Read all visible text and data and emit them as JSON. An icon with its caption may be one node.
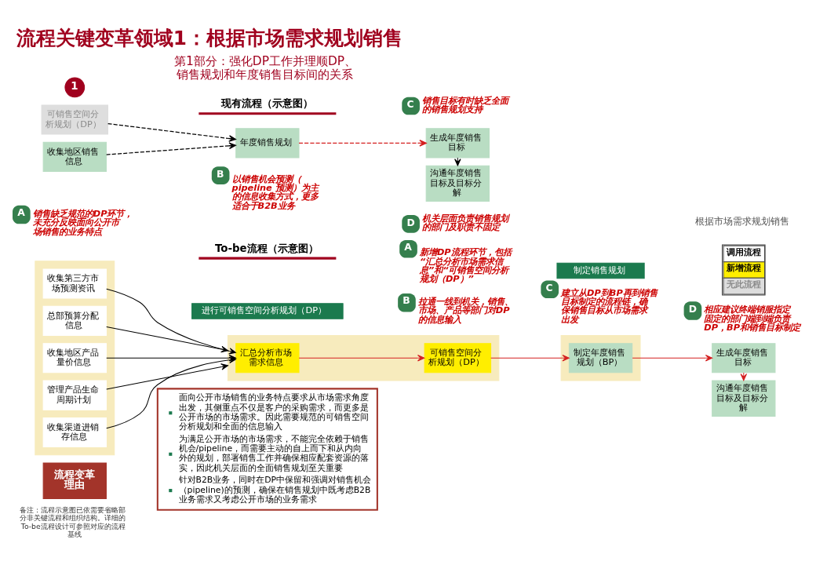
{
  "diagram": {
    "title": "流程关键变革领域1：根据市场需求规划销售",
    "nodes": [
      {
        "text": [
          "1"
        ]
      },
      {
        "text": [
          "C"
        ],
        "beside": [
          "销售目标有时缺乏全面的销售规划支持"
        ]
      },
      {
        "text": [
          "可销售空间分析规划（DP）"
        ]
      },
      {
        "text": [
          "年度销售规划"
        ]
      },
      {
        "text": [
          "生成年度销售目标"
        ]
      },
      {
        "text": [
          "A"
        ],
        "beside": [
          "销售缺乏规范的DP环节，未充分反映面向公开市场销售的业务特点"
        ]
      },
      {
        "text": [
          "D"
        ],
        "beside": [
          "机关层面负责销售规划的部门及职责不固定"
        ]
      },
      {
        "text": [
          "沟通年度销售目标及目标分解"
        ]
      },
      {
        "text": [
          "收集地区销售信息"
        ]
      },
      {
        "text": [
          "B"
        ],
        "beside": [
          "以销售机会预测（pipeline 预测）为主的信息收集方式，更多适合于B2B业务"
        ]
      },
      {
        "text": [
          "进行可销售空间分析规划（DP）"
        ]
      },
      {
        "text": [
          "制定销售规划"
        ]
      },
      {
        "text": [
          "A"
        ],
        "beside": [
          "新增DP流程环节，包括“汇总分析市场需求信息”和“可销售空间分析规划（DP）”"
        ]
      },
      {
        "text": [
          "C"
        ],
        "beside": [
          "建立从DP到BP再到销售目标制定的流程链，确保销售目标从市场需求出发"
        ]
      },
      {
        "text": [],
        "shape": "box"
      },
      {
        "text": [
          "汇总分析市场需求信息"
        ],
        "in": 14
      },
      {
        "text": [
          "可销售空间分析规划（DP）"
        ],
        "in": 14
      },
      {
        "text": [],
        "shape": "box"
      },
      {
        "text": [
          "制定年度销售规划（BP）"
        ],
        "in": 17
      },
      {
        "text": [
          "生成年度销售目标"
        ]
      },
      {
        "text": [
          "D"
        ],
        "beside": [
          "相应建议终端销服指定固定的部门端到端负责DP，BP和销售目标制定"
        ]
      },
      {
        "text": [],
        "shape": "box"
      },
      {
        "text": [
          "收集第三方市场预测资讯"
        ],
        "in": 21
      },
      {
        "text": [
          "总部预算分配信息"
        ],
        "in": 21
      },
      {
        "text": [
          "收集地区产品量价信息"
        ],
        "in": 21
      },
      {
        "text": [
          "管理产品生命周期计划"
        ],
        "in": 21
      },
      {
        "text": [
          "收集渠道进销存信息"
        ],
        "in": 21
      },
      {
        "text": [
          "沟通年度销售目标及目标分解"
        ]
      },
      {
        "text": [
          "B"
        ],
        "beside": [
          "拉通一线到机关，销售、市场、产品等部门对DP的信息输入"
        ]
      },
      {
        "text": [
          "流程变革理由"
        ]
      },
      {
        "text": [
          "面向公开市场销售的业务特点要求从市场需求角度出发，其侧重点不仅是客户的采购需求，而更多是公开市场的市场需求。因此需要规范的可销售空间分析规划和全面的信息输入",
          "为满足公开市场的市场需求，不能完全依赖于销售机会/pipeline，而需要主动的自上而下和从内向外的规划，部署销售工作并确保相应配套资源的落实，因此机关层面的全面销售规划至关重要",
          "针对B2B业务，同时在DP中保留和强调对销售机会（pipeline)的预测，确保在销售规划中既考虑B2B业务需求又考虑公开市场的业务需求"
        ]
      }
    ],
    "edges": [
      {
        "from": 2,
        "to": 3,
        "arrow": "to",
        "style": "dashed"
      },
      {
        "from": 8,
        "to": 3,
        "arrow": "to",
        "style": "dashed"
      },
      {
        "from": 3,
        "to": 4,
        "arrow": "to",
        "style": "dashed",
        "color": "#d42020"
      },
      {
        "from": 4,
        "to": 7,
        "arrow": "to"
      },
      {
        "from": 22,
        "to": 15,
        "arrow": "to"
      },
      {
        "from": 24,
        "to": 15,
        "arrow": "to"
      },
      {
        "from": 26,
        "to": 15,
        "arrow": "to"
      },
      {
        "from": 23,
        "to": 14,
        "arrow": "to"
      },
      {
        "from": 25,
        "to": 14,
        "arrow": "to"
      },
      {
        "from": 15,
        "to": 16,
        "arrow": "to",
        "color": "#d42020"
      },
      {
        "from": 16,
        "to": 18,
        "arrow": "to",
        "color": "#d42020"
      },
      {
        "from": 18,
        "to": 19,
        "arrow": "to",
        "color": "#d42020"
      },
      {
        "from": 19,
        "to": 27,
        "arrow": "to",
        "color": "#d42020"
      }
    ],
    "labels": [
      "第1部分：强化DP工作并理顺DP、销售规划和年度销售目标间的关系",
      "根据市场需求规划销售",
      "现有流程（示意图）",
      "To-be流程（示意图）",
      "备注：流程示意图已依需要省略部分非关键流程和组织结构。详细的To-be流程设计可参照对应的流程基线"
    ],
    "legend": [
      {
        "text": "调用流程",
        "color": "#ffffff"
      },
      {
        "text": "新增流程",
        "color": "#ffee00"
      },
      {
        "text": "无此流程",
        "color": "#dddddd"
      }
    ]
  }
}
